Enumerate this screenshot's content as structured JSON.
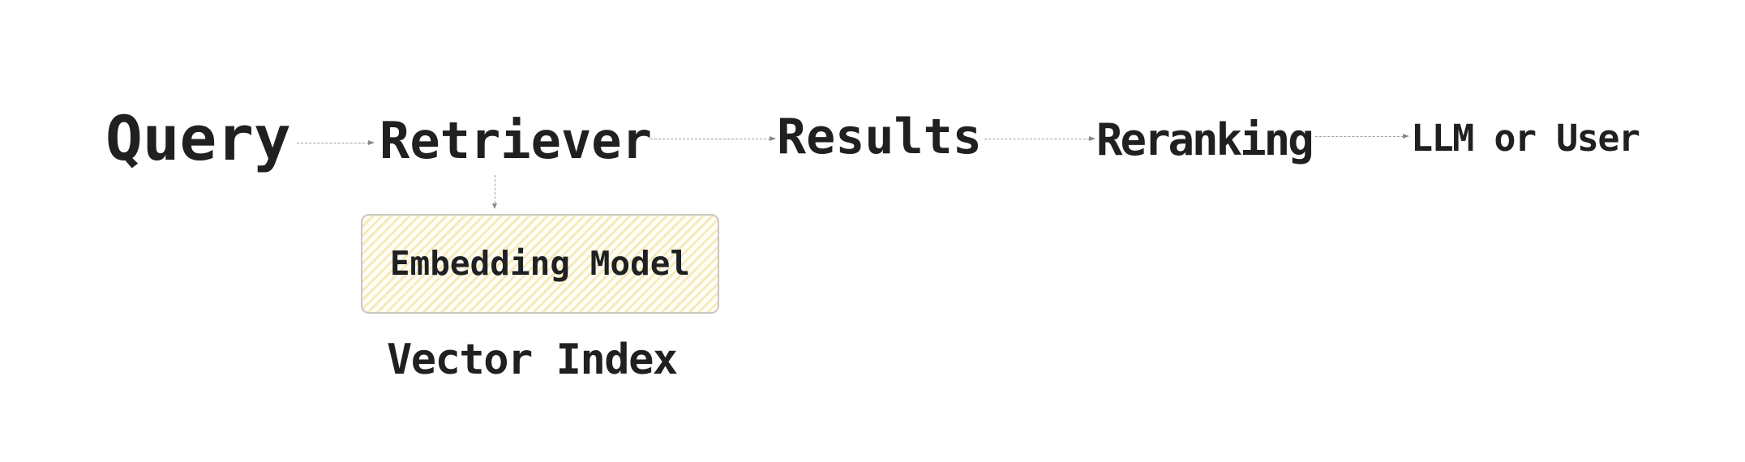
{
  "flow": {
    "nodes": [
      {
        "id": "query",
        "label": "Query"
      },
      {
        "id": "retriever",
        "label": "Retriever"
      },
      {
        "id": "results",
        "label": "Results"
      },
      {
        "id": "reranking",
        "label": "Reranking"
      },
      {
        "id": "llm-or-user",
        "label": "LLM or User"
      }
    ],
    "connectors": [
      {
        "from": "query",
        "to": "retriever",
        "style": "dashed-arrow",
        "direction": "right"
      },
      {
        "from": "retriever",
        "to": "results",
        "style": "dashed-arrow",
        "direction": "right"
      },
      {
        "from": "results",
        "to": "reranking",
        "style": "dashed-arrow",
        "direction": "right"
      },
      {
        "from": "reranking",
        "to": "llm-or-user",
        "style": "dashed-arrow",
        "direction": "right"
      },
      {
        "from": "retriever",
        "to": "embedding-model",
        "style": "dashed-arrow",
        "direction": "down"
      }
    ]
  },
  "retriever_detail": {
    "box_label": "Embedding Model",
    "caption": "Vector Index"
  },
  "colors": {
    "background": "#ffffff",
    "text": "#1e2022",
    "connector": "#9d9d9d",
    "box_fill": "#fffef6",
    "box_stripe": "#f0d88c",
    "box_border": "#c9c7bf"
  }
}
